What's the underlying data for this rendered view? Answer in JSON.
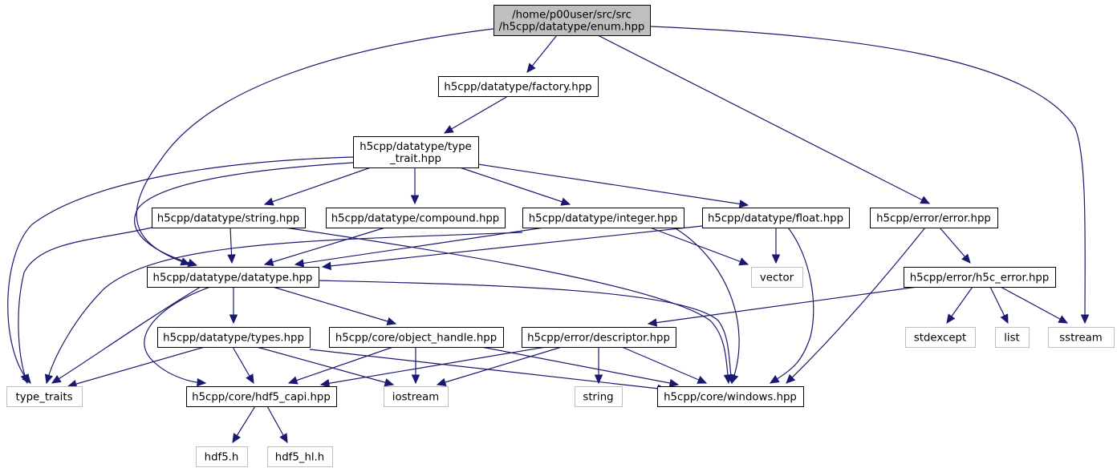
{
  "diagram": {
    "title": "Include dependency graph for enum.hpp",
    "colors": {
      "edge": "#191970",
      "root_fill": "#bfbfbf",
      "node_border": "#000000",
      "external_border": "#bfbfbf"
    },
    "nodes": [
      {
        "id": "enum",
        "lines": [
          "/home/p00user/src/src",
          "/h5cpp/datatype/enum.hpp"
        ],
        "kind": "root"
      },
      {
        "id": "factory",
        "lines": [
          "h5cpp/datatype/factory.hpp"
        ],
        "kind": "file"
      },
      {
        "id": "type_trait",
        "lines": [
          "h5cpp/datatype/type",
          "_trait.hpp"
        ],
        "kind": "file"
      },
      {
        "id": "string_hpp",
        "lines": [
          "h5cpp/datatype/string.hpp"
        ],
        "kind": "file"
      },
      {
        "id": "compound",
        "lines": [
          "h5cpp/datatype/compound.hpp"
        ],
        "kind": "file"
      },
      {
        "id": "integer",
        "lines": [
          "h5cpp/datatype/integer.hpp"
        ],
        "kind": "file"
      },
      {
        "id": "float",
        "lines": [
          "h5cpp/datatype/float.hpp"
        ],
        "kind": "file"
      },
      {
        "id": "error",
        "lines": [
          "h5cpp/error/error.hpp"
        ],
        "kind": "file"
      },
      {
        "id": "datatype",
        "lines": [
          "h5cpp/datatype/datatype.hpp"
        ],
        "kind": "file"
      },
      {
        "id": "vector",
        "lines": [
          "vector"
        ],
        "kind": "external"
      },
      {
        "id": "h5c_error",
        "lines": [
          "h5cpp/error/h5c_error.hpp"
        ],
        "kind": "file"
      },
      {
        "id": "types",
        "lines": [
          "h5cpp/datatype/types.hpp"
        ],
        "kind": "file"
      },
      {
        "id": "object_handle",
        "lines": [
          "h5cpp/core/object_handle.hpp"
        ],
        "kind": "file"
      },
      {
        "id": "descriptor",
        "lines": [
          "h5cpp/error/descriptor.hpp"
        ],
        "kind": "file"
      },
      {
        "id": "stdexcept",
        "lines": [
          "stdexcept"
        ],
        "kind": "external"
      },
      {
        "id": "list",
        "lines": [
          "list"
        ],
        "kind": "external"
      },
      {
        "id": "sstream",
        "lines": [
          "sstream"
        ],
        "kind": "external"
      },
      {
        "id": "type_traits",
        "lines": [
          "type_traits"
        ],
        "kind": "external"
      },
      {
        "id": "hdf5_capi",
        "lines": [
          "h5cpp/core/hdf5_capi.hpp"
        ],
        "kind": "file"
      },
      {
        "id": "iostream",
        "lines": [
          "iostream"
        ],
        "kind": "external"
      },
      {
        "id": "string_std",
        "lines": [
          "string"
        ],
        "kind": "external"
      },
      {
        "id": "windows",
        "lines": [
          "h5cpp/core/windows.hpp"
        ],
        "kind": "file"
      },
      {
        "id": "hdf5_h",
        "lines": [
          "hdf5.h"
        ],
        "kind": "external"
      },
      {
        "id": "hdf5_hl_h",
        "lines": [
          "hdf5_hl.h"
        ],
        "kind": "external"
      }
    ],
    "edges": [
      [
        "enum",
        "factory"
      ],
      [
        "enum",
        "datatype"
      ],
      [
        "enum",
        "error"
      ],
      [
        "enum",
        "sstream"
      ],
      [
        "factory",
        "type_trait"
      ],
      [
        "type_trait",
        "string_hpp"
      ],
      [
        "type_trait",
        "compound"
      ],
      [
        "type_trait",
        "integer"
      ],
      [
        "type_trait",
        "float"
      ],
      [
        "type_trait",
        "datatype"
      ],
      [
        "type_trait",
        "type_traits"
      ],
      [
        "string_hpp",
        "datatype"
      ],
      [
        "string_hpp",
        "type_traits"
      ],
      [
        "string_hpp",
        "windows"
      ],
      [
        "compound",
        "datatype"
      ],
      [
        "integer",
        "datatype"
      ],
      [
        "integer",
        "type_traits"
      ],
      [
        "integer",
        "vector"
      ],
      [
        "integer",
        "windows"
      ],
      [
        "float",
        "datatype"
      ],
      [
        "float",
        "vector"
      ],
      [
        "float",
        "windows"
      ],
      [
        "error",
        "h5c_error"
      ],
      [
        "error",
        "windows"
      ],
      [
        "h5c_error",
        "descriptor"
      ],
      [
        "h5c_error",
        "stdexcept"
      ],
      [
        "h5c_error",
        "list"
      ],
      [
        "h5c_error",
        "sstream"
      ],
      [
        "datatype",
        "types"
      ],
      [
        "datatype",
        "object_handle"
      ],
      [
        "datatype",
        "type_traits"
      ],
      [
        "datatype",
        "hdf5_capi"
      ],
      [
        "datatype",
        "windows"
      ],
      [
        "types",
        "type_traits"
      ],
      [
        "types",
        "hdf5_capi"
      ],
      [
        "types",
        "iostream"
      ],
      [
        "types",
        "windows"
      ],
      [
        "object_handle",
        "hdf5_capi"
      ],
      [
        "object_handle",
        "iostream"
      ],
      [
        "object_handle",
        "windows"
      ],
      [
        "descriptor",
        "hdf5_capi"
      ],
      [
        "descriptor",
        "iostream"
      ],
      [
        "descriptor",
        "string_std"
      ],
      [
        "descriptor",
        "windows"
      ],
      [
        "hdf5_capi",
        "hdf5_h"
      ],
      [
        "hdf5_capi",
        "hdf5_hl_h"
      ]
    ]
  }
}
